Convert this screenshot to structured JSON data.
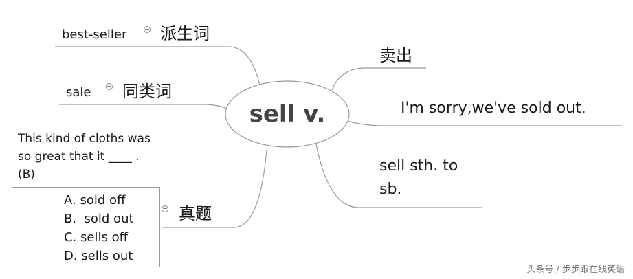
{
  "center": {
    "label": "sell v."
  },
  "branches": {
    "derivative": {
      "word": "best-seller",
      "tag": "派生词"
    },
    "similar": {
      "word": "sale",
      "tag": "同类词"
    },
    "exam": {
      "tag": "真题",
      "question": "This kind of cloths was so great that it ____ .(B)",
      "options": [
        "A. sold off",
        "B.  sold out",
        "C. sells off",
        "D. sells out"
      ]
    },
    "meaning": {
      "label": "卖出"
    },
    "example": {
      "label": "I'm sorry,we've sold out."
    },
    "phrase": {
      "line1": "sell sth. to",
      "line2": "sb."
    }
  },
  "footer": {
    "watermark": "头条号 / 步步跟在线英语"
  },
  "colors": {
    "line": "#9a9a9a",
    "center_border": "#9a9a9a",
    "center_text": "#444444"
  }
}
